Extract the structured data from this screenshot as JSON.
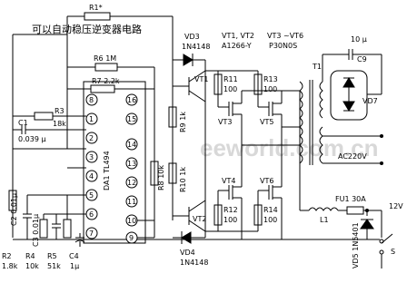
{
  "title": "可以自动稳压逆变器电路",
  "watermark": "eeworld.com.cn",
  "ic": {
    "name_label": "DA1 TL494",
    "pins": [
      "1",
      "2",
      "3",
      "4",
      "5",
      "6",
      "7",
      "8",
      "9",
      "10",
      "11",
      "12",
      "13",
      "14",
      "15",
      "16"
    ]
  },
  "components": {
    "R1": "R1*",
    "R2": "R2",
    "R2v": "1.8k",
    "R3": "R3",
    "R3v": "18k",
    "R4": "R4",
    "R4v": "10k",
    "R5": "R5",
    "R5v": "51k",
    "R6": "R6  1M",
    "R7": "R7  2.2k",
    "R8": "R8  10k",
    "R9": "R9 1k",
    "R10": "R10  1k",
    "R11": "R11",
    "R11v": "100",
    "R12": "R12",
    "R12v": "100",
    "R13": "R13",
    "R13v": "100",
    "R14": "R14",
    "R14v": "100",
    "C1": "C1",
    "C1v": "0.039 μ",
    "C2": "C2  0.01μ",
    "C3": "C3  0.01μ",
    "C4": "C4",
    "C4v": "1μ",
    "C9": "C9",
    "C9v": "10 μ",
    "VD3": "VD3",
    "VD3v": "1N4148",
    "VD4": "VD4",
    "VD4v": "1N4148",
    "VD5": "VD5  1N5401",
    "VD7": "VD7",
    "VT1": "VT1",
    "VT2": "VT2",
    "VT3": "VT3",
    "VT4": "VT4",
    "VT5": "VT5",
    "VT6": "VT6",
    "VT12": "VT1, VT2",
    "VT12v": "A1266-Y",
    "VT36": "VT3 ~VT6",
    "VT36v": "P30N0S",
    "T1": "T1",
    "L1": "L1",
    "FU1": "FU1  30A",
    "AC": "AC220V",
    "V12": "12V",
    "S": "S"
  }
}
